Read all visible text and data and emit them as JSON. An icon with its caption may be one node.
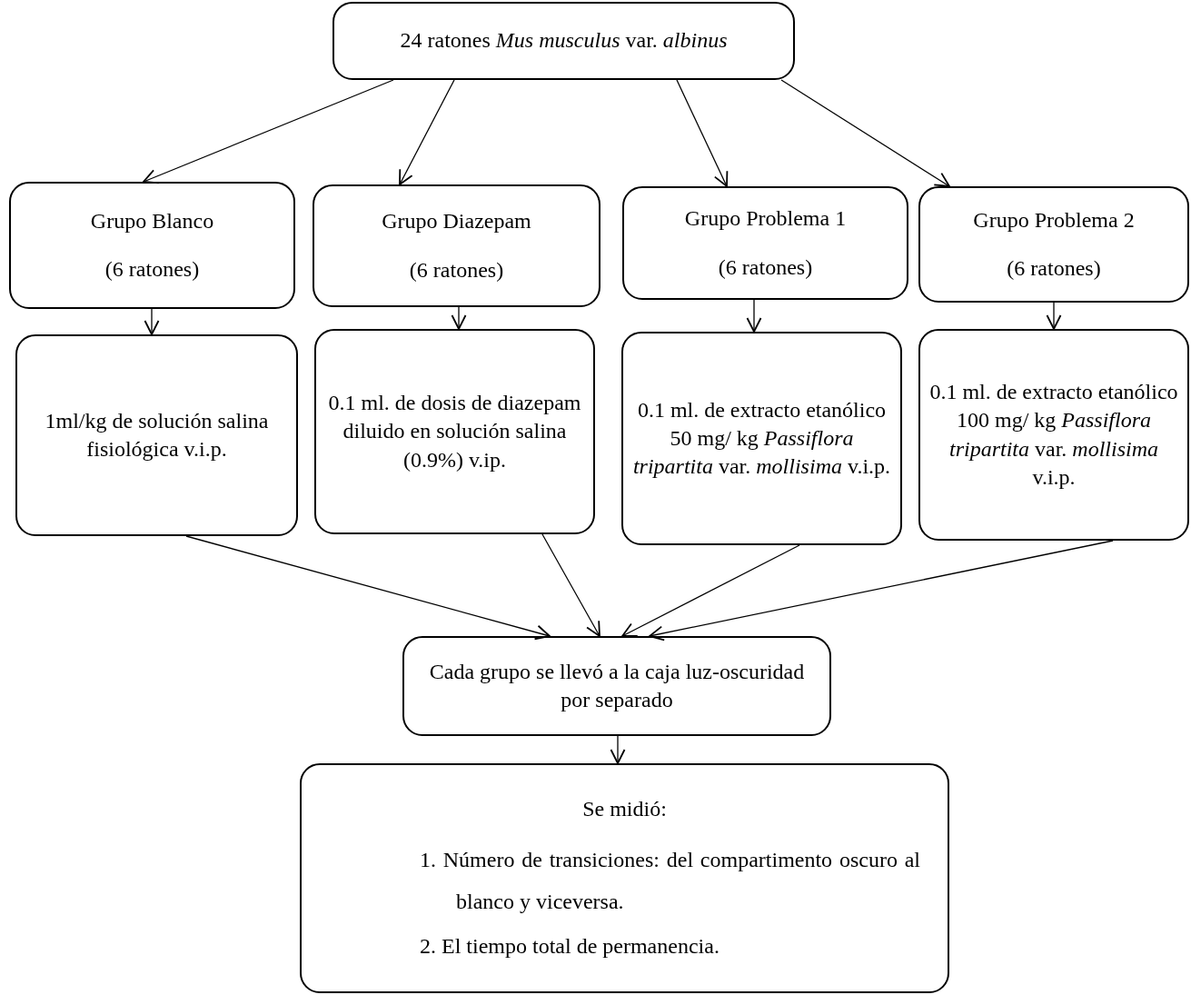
{
  "diagram": {
    "nodes": [
      {
        "text": [
          "24 ratones *Mus musculus* var. *albinus*"
        ]
      },
      {
        "text": [
          "Grupo Blanco",
          "(6 ratones)"
        ]
      },
      {
        "text": [
          "Grupo Diazepam",
          "(6 ratones)"
        ]
      },
      {
        "text": [
          "Grupo Problema 1",
          "(6 ratones)"
        ]
      },
      {
        "text": [
          "Grupo Problema 2",
          "(6 ratones)"
        ]
      },
      {
        "text": [
          "1ml/kg de solución salina fisiológica v.i.p."
        ]
      },
      {
        "text": [
          "0.1 ml. de dosis de diazepam diluido en solución salina (0.9%) v.ip."
        ]
      },
      {
        "text": [
          "0.1 ml. de extracto etanólico 50 mg/ kg *Passiflora tripartita* var. *mollisima* v.i.p."
        ]
      },
      {
        "text": [
          "0.1 ml. de extracto etanólico 100 mg/ kg *Passiflora tripartita* var. *mollisima* v.i.p."
        ]
      },
      {
        "text": [
          "Cada grupo se llevó a la caja luz-oscuridad por separado"
        ]
      },
      {
        "text": [
          "Se midió:",
          "1. Número de transiciones: del compartimento oscuro al blanco y viceversa.",
          "2. El tiempo total de permanencia."
        ]
      }
    ],
    "edges": [
      {
        "from": 0,
        "to": 1,
        "arrow": "to"
      },
      {
        "from": 0,
        "to": 2,
        "arrow": "to"
      },
      {
        "from": 0,
        "to": 3,
        "arrow": "to"
      },
      {
        "from": 0,
        "to": 4,
        "arrow": "to"
      },
      {
        "from": 1,
        "to": 5,
        "arrow": "to"
      },
      {
        "from": 2,
        "to": 6,
        "arrow": "to"
      },
      {
        "from": 3,
        "to": 7,
        "arrow": "to"
      },
      {
        "from": 4,
        "to": 8,
        "arrow": "to"
      },
      {
        "from": 5,
        "to": 9,
        "arrow": "to"
      },
      {
        "from": 6,
        "to": 9,
        "arrow": "to"
      },
      {
        "from": 7,
        "to": 9,
        "arrow": "to"
      },
      {
        "from": 8,
        "to": 9,
        "arrow": "to"
      },
      {
        "from": 9,
        "to": 10,
        "arrow": "to"
      }
    ]
  }
}
